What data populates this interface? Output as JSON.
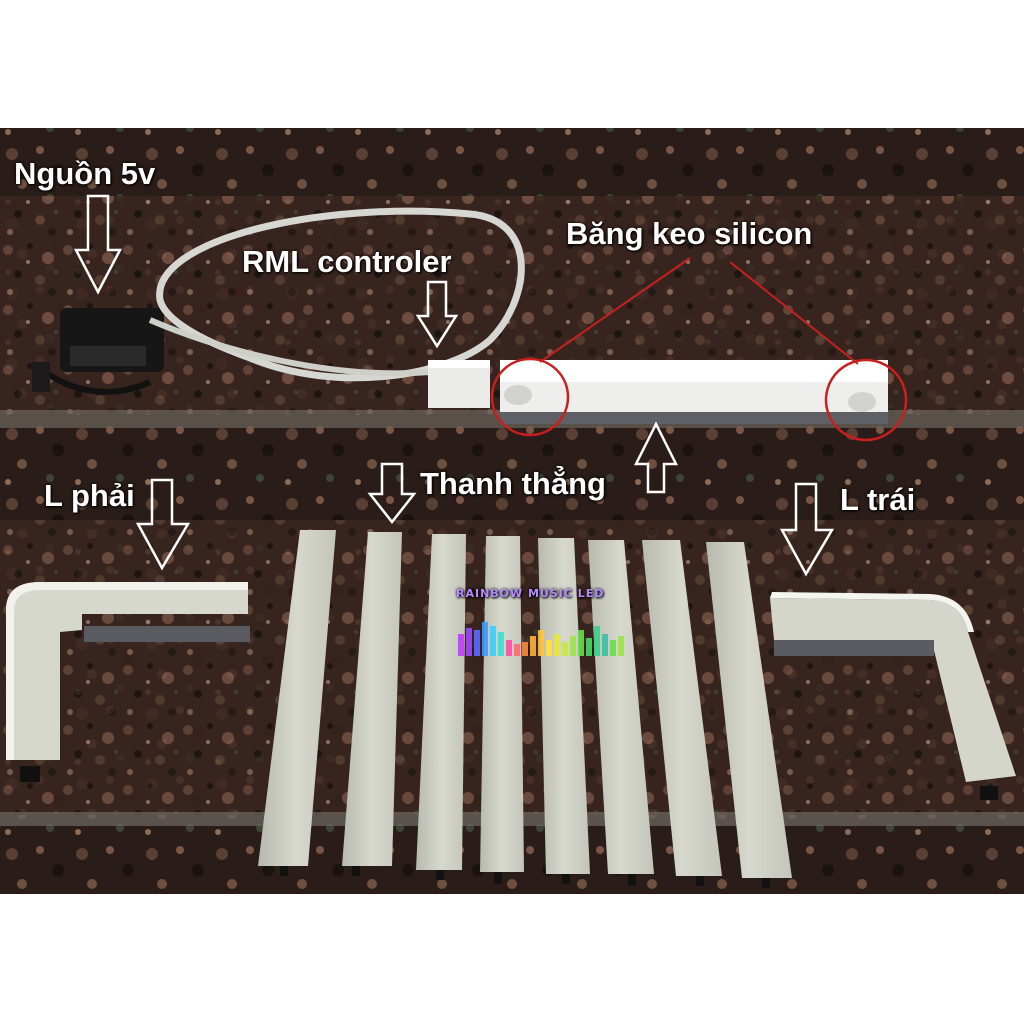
{
  "labels": {
    "power": "Nguồn 5v",
    "controller": "RML controler",
    "tape": "Băng keo silicon",
    "right_l": "L phải",
    "straight": "Thanh thẳng",
    "left_l": "L trái"
  },
  "watermark": {
    "text": "RAINBOW MUSIC LED",
    "bar_colors": [
      "#c13bff",
      "#5a6bff",
      "#3bd0ff",
      "#ff4fa3",
      "#ffb13b",
      "#ffe13b",
      "#66e04a"
    ]
  },
  "colors": {
    "stone_dark": "#2a1c18",
    "stone_mid": "#5a3f34",
    "highlight_circle": "#c8201e",
    "label_text": "#ffffff"
  },
  "icons": [
    "down-arrow-icon",
    "up-arrow-icon",
    "power-adapter-icon"
  ]
}
